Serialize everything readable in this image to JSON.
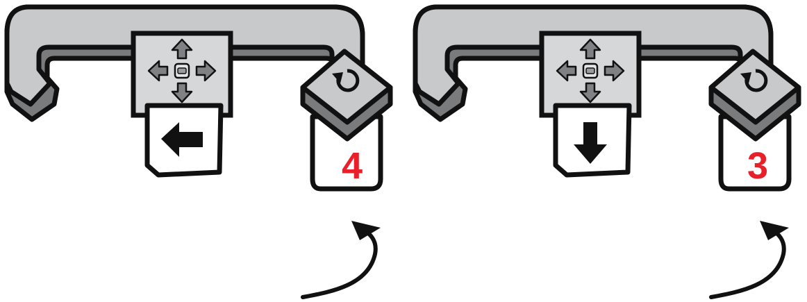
{
  "colors": {
    "outline": "#111111",
    "frame_gray": "#c8c9cb",
    "frame_shadow": "#7a7b7d",
    "arrow_gray": "#808184",
    "count_red": "#e8202a",
    "card_white": "#ffffff"
  },
  "blocks": [
    {
      "direction": "left",
      "direction_icon": "arrow-left-icon",
      "loop_icon": "loop-repeat-icon",
      "loop_count": "4"
    },
    {
      "direction": "down",
      "direction_icon": "arrow-down-icon",
      "loop_icon": "loop-repeat-icon",
      "loop_count": "3"
    }
  ],
  "pointer_icon": "curved-arrow-icon"
}
